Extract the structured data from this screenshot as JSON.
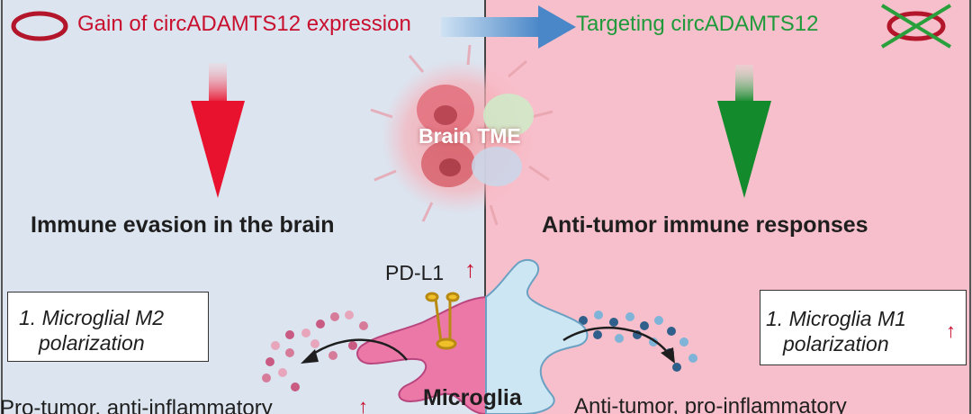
{
  "top": {
    "left_text": "Gain of circADAMTS12 expression",
    "right_text": "Targeting circADAMTS12"
  },
  "center": {
    "label": "Brain TME"
  },
  "left_panel": {
    "heading": "Immune evasion in the brain",
    "box_line1": "1. Microglial M2",
    "box_line2": "polarization",
    "bottom_text": "Pro-tumor, anti-inflammatory",
    "bottom_arrow": "↑"
  },
  "right_panel": {
    "heading": "Anti-tumor immune responses",
    "box_line1": "1. Microglia M1",
    "box_line2": "polarization",
    "box_arrow": "↑",
    "bottom_text": "Anti-tumor, pro-inflammatory"
  },
  "cell": {
    "marker": "PD-L1",
    "marker_arrow": "↑",
    "name": "Microglia"
  },
  "colors": {
    "left_bg": "#dbe4ef",
    "right_bg": "#f7bfcb",
    "red": "#c8102e",
    "green": "#1f9a3a",
    "blue_arrow": "#5a93cf"
  }
}
